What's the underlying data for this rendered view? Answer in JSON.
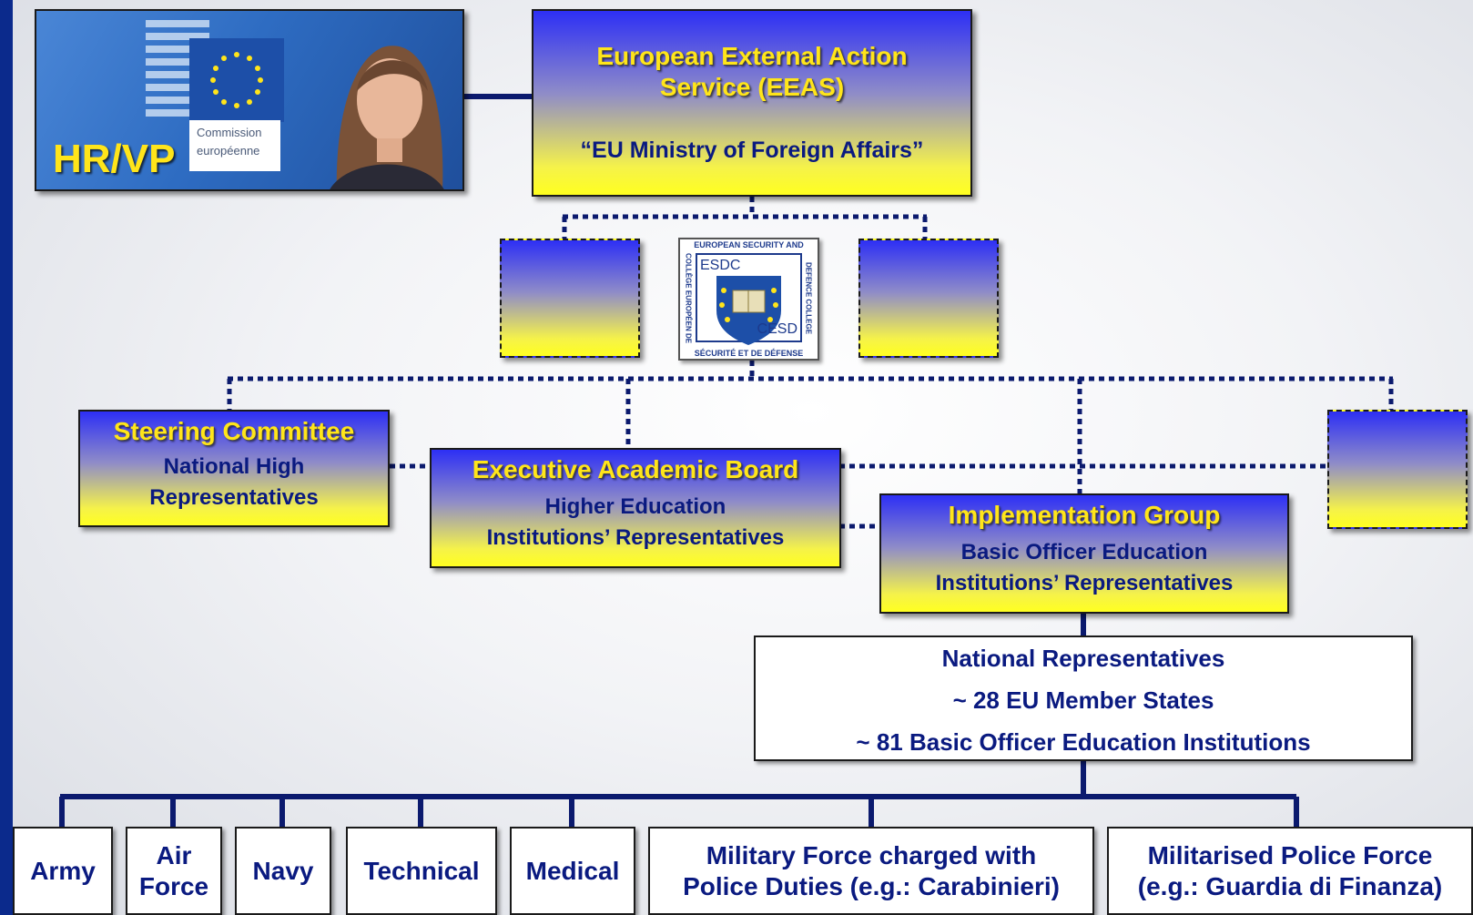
{
  "hr_vp": {
    "label": "HR/VP",
    "logo_text_1": "Commission",
    "logo_text_2": "européenne"
  },
  "eeas": {
    "title": "European External Action Service (EEAS)",
    "subtitle": "“EU Ministry of Foreign Affairs”"
  },
  "esdc_logo": {
    "top": "EUROPEAN SECURITY AND",
    "right": "DEFENCE COLLEGE",
    "left": "COLLÈGE EUROPÉEN DE",
    "bottom": "SÉCURITÉ ET DE DÉFENSE",
    "abbr_top": "ESDC",
    "abbr_bottom": "CESD"
  },
  "steering_committee": {
    "title": "Steering Committee",
    "subtitle_1": "National High",
    "subtitle_2": "Representatives"
  },
  "executive_board": {
    "title": "Executive Academic Board",
    "subtitle_1": "Higher Education",
    "subtitle_2": "Institutions’  Representatives"
  },
  "implementation_group": {
    "title": "Implementation Group",
    "subtitle_1": "Basic Officer Education",
    "subtitle_2": "Institutions’ Representatives"
  },
  "national_reps": {
    "line_1": "National Representatives",
    "line_2": "~ 28 EU Member States",
    "line_3": "~ 81 Basic Officer Education Institutions"
  },
  "categories": {
    "army": "Army",
    "air_force_1": "Air",
    "air_force_2": "Force",
    "navy": "Navy",
    "technical": "Technical",
    "medical": "Medical",
    "military_police_1": "Military Force charged with",
    "military_police_2": "Police Duties (e.g.: Carabinieri)",
    "militarised_police_1": "Militarised Police Force",
    "militarised_police_2": "(e.g.: Guardia di Finanza)"
  },
  "colors": {
    "navy_line": "#0b1a6e",
    "title_yellow": "#ffe51a",
    "text_navy": "#0a1a80"
  }
}
